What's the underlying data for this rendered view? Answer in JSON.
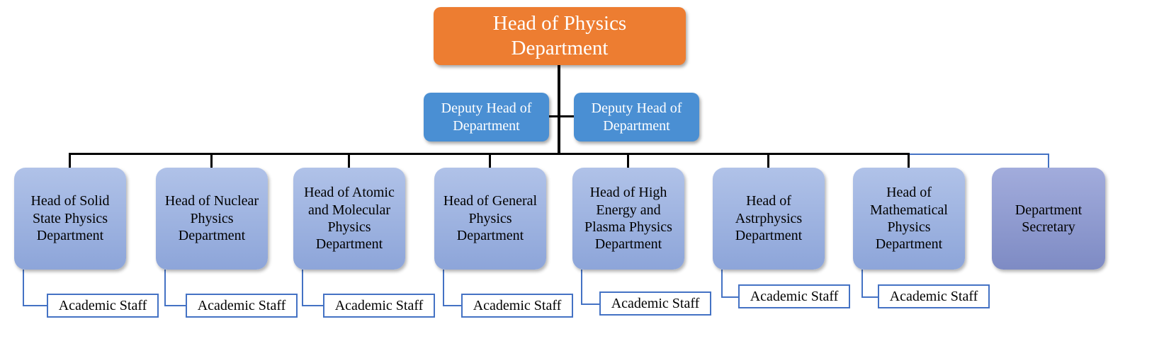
{
  "org": {
    "root": {
      "label": "Head of Physics Department"
    },
    "deputies": [
      {
        "label": "Deputy Head of Department"
      },
      {
        "label": "Deputy Head of Department"
      }
    ],
    "departments": [
      {
        "label": "Head of Solid State Physics Department",
        "staff_label": "Academic Staff"
      },
      {
        "label": "Head of Nuclear Physics Department",
        "staff_label": "Academic Staff"
      },
      {
        "label": "Head of Atomic and Molecular Physics Department",
        "staff_label": "Academic Staff"
      },
      {
        "label": "Head of General Physics Department",
        "staff_label": "Academic Staff"
      },
      {
        "label": "Head of High Energy and Plasma Physics Department",
        "staff_label": "Academic Staff"
      },
      {
        "label": "Head of Astrphysics Department",
        "staff_label": "Academic Staff"
      },
      {
        "label": "Head of Mathematical Physics Department",
        "staff_label": "Academic Staff"
      }
    ],
    "secretary": {
      "label": "Department Secretary"
    },
    "colors": {
      "root_fill": "#ED7D31",
      "deputy_fill": "#4A8FD3",
      "department_fill_top": "#B0C2E8",
      "department_fill_bottom": "#8DA5D9",
      "secretary_fill_top": "#A2ACDC",
      "secretary_fill_bottom": "#7E8BC4",
      "connector_main": "#000000",
      "connector_thin": "#4472C4",
      "staff_border": "#4472C4"
    }
  }
}
